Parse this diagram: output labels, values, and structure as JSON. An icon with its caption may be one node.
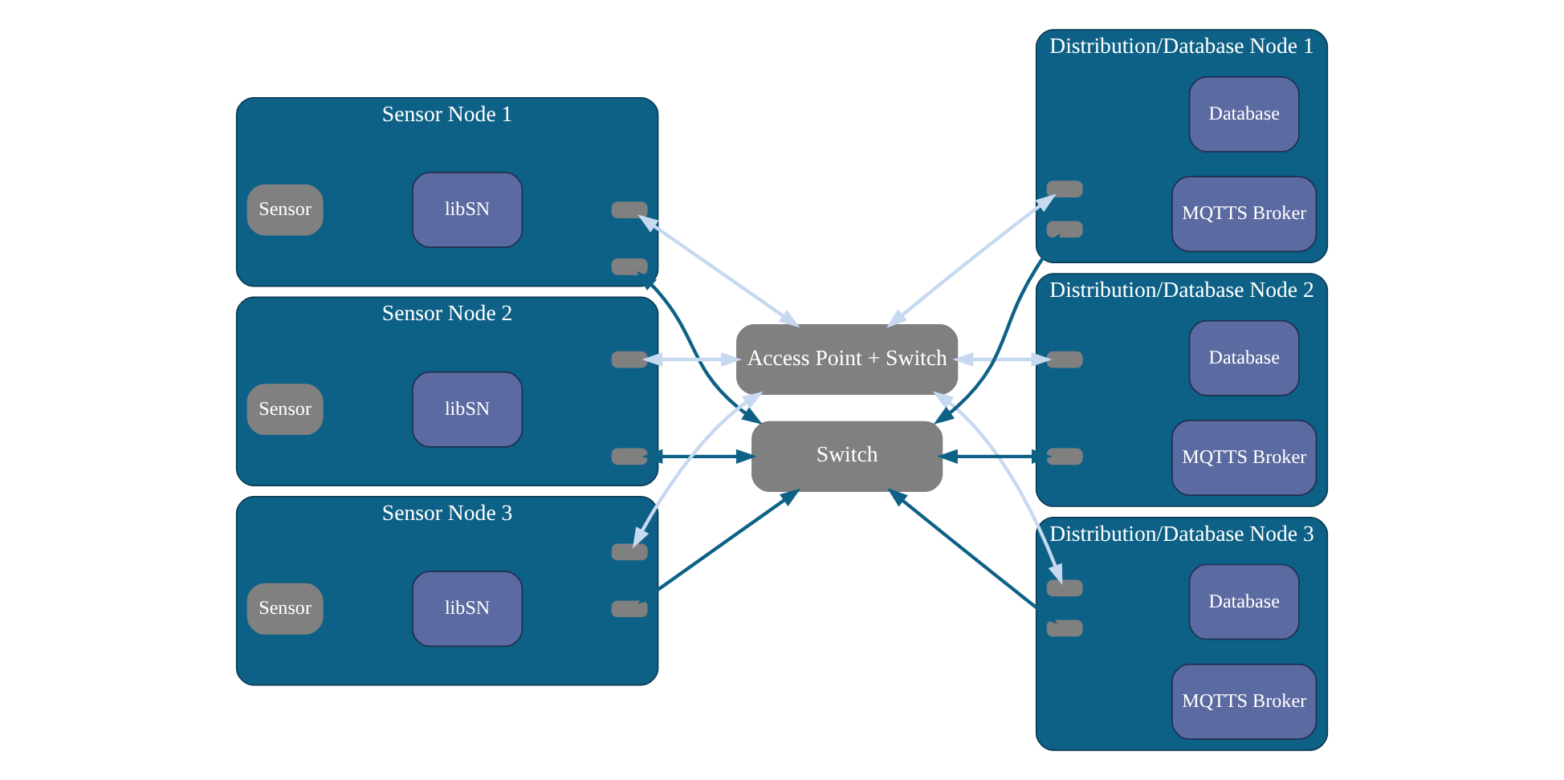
{
  "diagram": {
    "nodes": [
      {
        "text": [
          "Sensor Node 1"
        ]
      },
      {
        "text": [
          "Sensor"
        ],
        "in": 0
      },
      {
        "text": [
          "libSN"
        ],
        "in": 0
      },
      {
        "text": [],
        "shape": "box",
        "in": 0
      },
      {
        "text": [],
        "shape": "box",
        "in": 0
      },
      {
        "text": [
          "Sensor Node 2"
        ]
      },
      {
        "text": [
          "Sensor"
        ],
        "in": 5
      },
      {
        "text": [
          "libSN"
        ],
        "in": 5
      },
      {
        "text": [],
        "shape": "box",
        "in": 5
      },
      {
        "text": [],
        "shape": "box",
        "in": 5
      },
      {
        "text": [
          "Sensor Node 3"
        ]
      },
      {
        "text": [
          "Sensor"
        ],
        "in": 10
      },
      {
        "text": [
          "libSN"
        ],
        "in": 10
      },
      {
        "text": [],
        "shape": "box",
        "in": 10
      },
      {
        "text": [],
        "shape": "box",
        "in": 10
      },
      {
        "text": [
          "Access Point + Switch"
        ]
      },
      {
        "text": [
          "Switch"
        ]
      },
      {
        "text": [
          "Distribution/Database Node 1"
        ]
      },
      {
        "text": [],
        "shape": "box",
        "in": 17
      },
      {
        "text": [],
        "shape": "box",
        "in": 17
      },
      {
        "text": [
          "MQTTS Broker"
        ],
        "in": 17
      },
      {
        "text": [
          "Database"
        ],
        "in": 17
      },
      {
        "text": [
          "Distribution/Database Node 2"
        ]
      },
      {
        "text": [],
        "shape": "box",
        "in": 22
      },
      {
        "text": [],
        "shape": "box",
        "in": 22
      },
      {
        "text": [
          "MQTTS Broker"
        ],
        "in": 22
      },
      {
        "text": [
          "Database"
        ],
        "in": 22
      },
      {
        "text": [
          "Distribution/Database Node 3"
        ]
      },
      {
        "text": [],
        "shape": "box",
        "in": 27
      },
      {
        "text": [],
        "shape": "box",
        "in": 27
      },
      {
        "text": [
          "MQTTS Broker"
        ],
        "in": 27
      },
      {
        "text": [
          "Database"
        ],
        "in": 27
      }
    ],
    "edges": [
      {
        "from": 3,
        "to": 15,
        "arrow": "both",
        "color": "#c6d9f1"
      },
      {
        "from": 8,
        "to": 15,
        "arrow": "both",
        "color": "#c6d9f1"
      },
      {
        "from": 13,
        "to": 15,
        "arrow": "both",
        "color": "#c6d9f1"
      },
      {
        "from": 4,
        "to": 16,
        "arrow": "both",
        "color": "#0e6186"
      },
      {
        "from": 9,
        "to": 16,
        "arrow": "both",
        "color": "#0e6186"
      },
      {
        "from": 14,
        "to": 16,
        "arrow": "both",
        "color": "#0e6186"
      },
      {
        "from": 15,
        "to": 18,
        "arrow": "both",
        "color": "#c6d9f1"
      },
      {
        "from": 15,
        "to": 23,
        "arrow": "both",
        "color": "#c6d9f1"
      },
      {
        "from": 15,
        "to": 28,
        "arrow": "both",
        "color": "#c6d9f1"
      },
      {
        "from": 16,
        "to": 19,
        "arrow": "both",
        "color": "#0e6186"
      },
      {
        "from": 16,
        "to": 24,
        "arrow": "both",
        "color": "#0e6186"
      },
      {
        "from": 16,
        "to": 29,
        "arrow": "both",
        "color": "#0e6186"
      }
    ]
  }
}
